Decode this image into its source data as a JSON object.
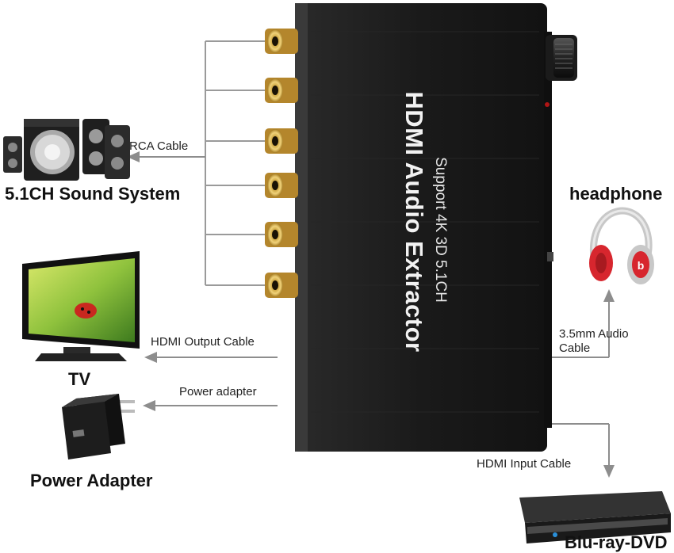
{
  "device": {
    "title": "HDMI Audio Extractor",
    "subtitle": "Support 4K 3D 5.1CH"
  },
  "labels": {
    "sound_system": "5.1CH Sound System",
    "rca_cable": "RCA Cable",
    "tv": "TV",
    "hdmi_output_cable": "HDMI Output Cable",
    "power_adapter_cable": "Power adapter",
    "power_adapter": "Power Adapter",
    "headphone": "headphone",
    "audio_cable_line1": "3.5mm Audio",
    "audio_cable_line2": "Cable",
    "hdmi_input_cable": "HDMI Input Cable",
    "bluray": "Blu-ray-DVD"
  },
  "colors": {
    "device_body": "#1b1b1b",
    "connector_gold": "#c9a03a",
    "connector_ring": "#e8c768",
    "line_gray": "#9a9a9a",
    "arrow_gray": "#8d8d8d",
    "headphone_red": "#d7262e",
    "screen_green": "#8fc23d"
  }
}
